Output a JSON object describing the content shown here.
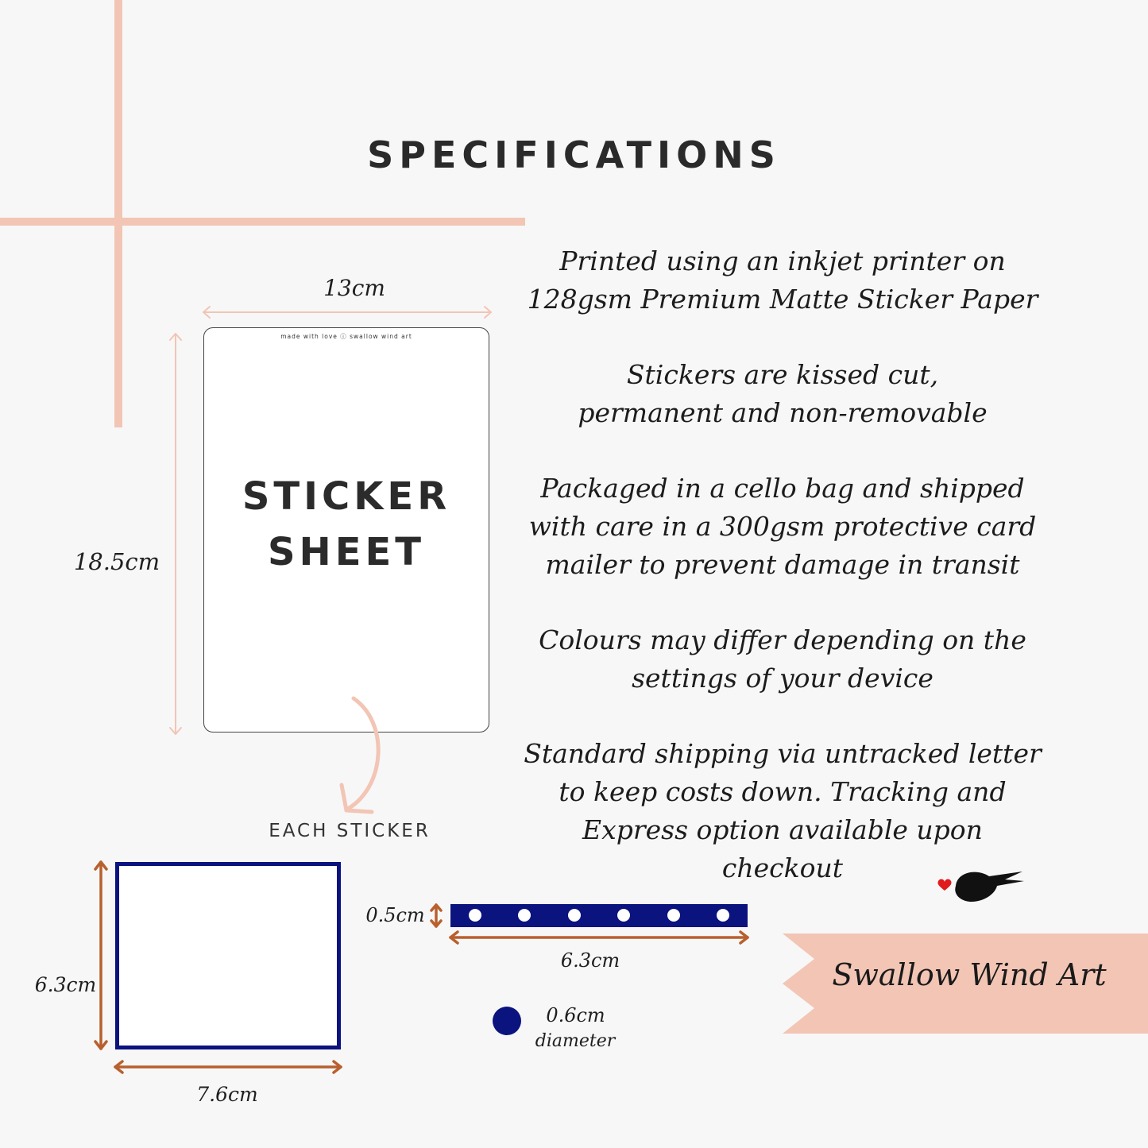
{
  "header": {
    "title": "SPECIFICATIONS"
  },
  "specs": [
    {
      "line1": "Printed using an inkjet printer on",
      "line2": "128gsm Premium Matte Sticker Paper"
    },
    {
      "line1": "Stickers are kissed cut,",
      "line2": "permanent and non-removable"
    },
    {
      "line1": "Packaged in a cello bag and shipped",
      "line2": "with care in a 300gsm protective card",
      "line3": "mailer to prevent damage in transit"
    },
    {
      "line1": "Colours may differ depending on the",
      "line2": "settings of your device"
    },
    {
      "line1": "Standard shipping via untracked letter",
      "line2": "to keep costs down. Tracking and",
      "line3": "Express option available upon checkout"
    }
  ],
  "sheet": {
    "credit": "made with love ⓘ swallow wind art",
    "label_line1": "STICKER",
    "label_line2": "SHEET",
    "width": "13cm",
    "height": "18.5cm"
  },
  "each_sticker": {
    "label": "EACH STICKER",
    "rect_height": "6.3cm",
    "rect_width": "7.6cm",
    "strip_height": "0.5cm",
    "strip_width": "6.3cm",
    "dot_size": "0.6cm",
    "dot_note": "diameter"
  },
  "brand": {
    "name": "Swallow Wind Art"
  },
  "colors": {
    "accent_pink": "#f2c5b5",
    "navy": "#0b137f",
    "arrow_brown": "#b8602e",
    "heart_red": "#e01b1b"
  },
  "icons": {
    "logo": "swallow-bird-icon",
    "heart": "heart-icon"
  }
}
